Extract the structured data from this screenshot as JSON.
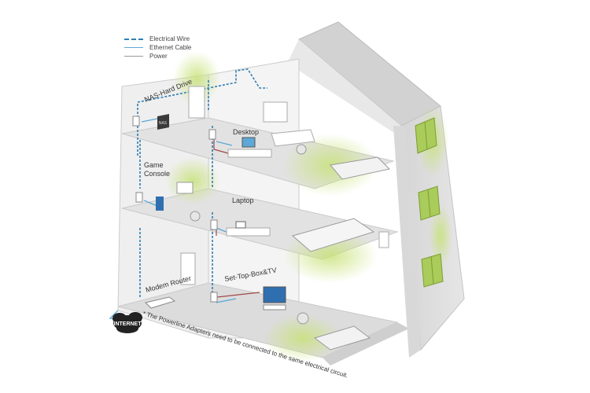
{
  "legend": {
    "electrical_wire": "Electrical Wire",
    "ethernet_cable": "Ethernet Cable",
    "power": "Power"
  },
  "rooms": {
    "nas": "NAS-Hard Drive",
    "desktop": "Desktop",
    "game_console_line1": "Game",
    "game_console_line2": "Console",
    "laptop": "Laptop",
    "modem_router": "Modem Router",
    "set_top_box": "Set-Top-Box&TV"
  },
  "device_labels": {
    "nas_box": "NAS"
  },
  "internet": "INTERNET",
  "footnote": "* The Powerline Adapters need to be connected to the same electrical circuit.",
  "colors": {
    "electrical_wire": "#2f7fb3",
    "ethernet_cable": "#5da8d6",
    "power": "#999999",
    "glow": "#c8e27a",
    "wall_front": "#eeeeee",
    "wall_side": "#dcdcdc",
    "roof": "#cfcfcf",
    "window": "#a9cc5a"
  }
}
